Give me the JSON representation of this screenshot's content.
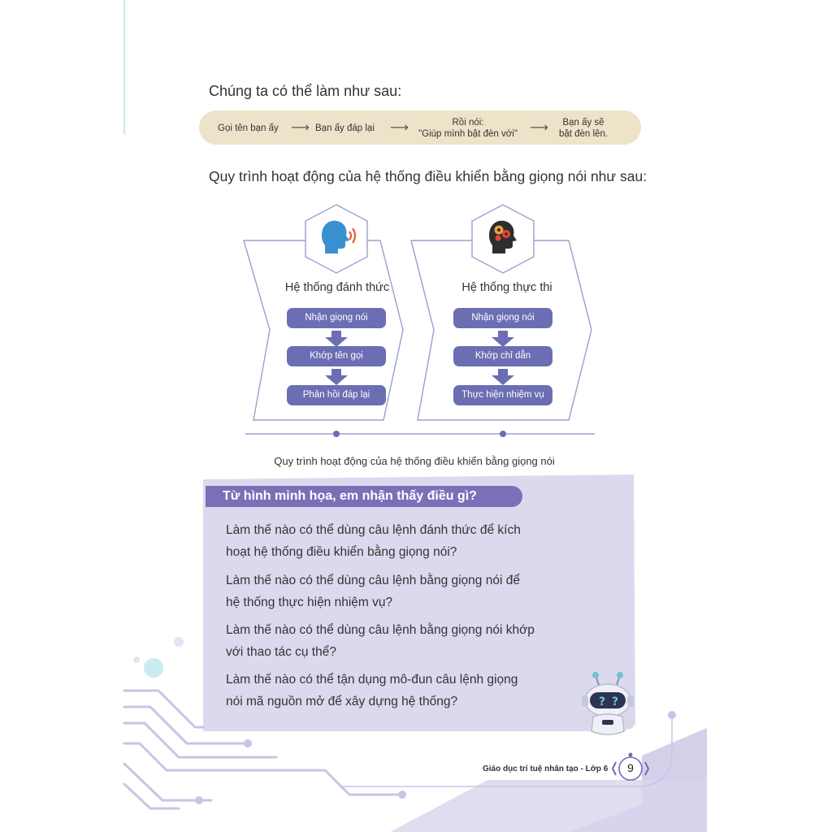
{
  "intro": {
    "heading": "Chúng ta có thể làm như sau:",
    "steps": [
      {
        "line1": "Gọi tên bạn ấy",
        "line2": ""
      },
      {
        "line1": "Bạn ấy đáp lại",
        "line2": ""
      },
      {
        "line1": "Rồi nói:",
        "line2": "\"Giúp mình bật đèn với\""
      },
      {
        "line1": "Bạn ấy sẽ",
        "line2": "bật đèn lên."
      }
    ],
    "arrow": "⟶"
  },
  "process": {
    "heading": "Quy trình hoạt động của hệ thống điều khiển bằng giọng nói như sau:",
    "wake_system": {
      "icon": "speaking-head-icon",
      "title": "Hệ thống đánh thức",
      "steps": [
        "Nhận giọng nói",
        "Khớp tên gọi",
        "Phản hồi đáp lại"
      ]
    },
    "exec_system": {
      "icon": "brain-gear-icon",
      "title": "Hệ thống thực thi",
      "steps": [
        "Nhận giọng nói",
        "Khớp chỉ dẫn",
        "Thực hiện nhiệm vụ"
      ]
    },
    "caption": "Quy trình hoạt động của hệ thống điều khiển bằng giọng nói"
  },
  "questions": {
    "title": "Từ hình minh họa, em nhận thấy điều gì?",
    "items": [
      {
        "line1": "Làm thế nào có thể dùng câu lệnh đánh thức để kích",
        "line2": "hoạt hệ thống điều khiển bằng giọng nói?"
      },
      {
        "line1": "Làm thế nào có thể dùng câu lệnh bằng giọng nói để",
        "line2": "hệ thống thực hiện nhiệm vụ?"
      },
      {
        "line1": "Làm thế nào có thể dùng câu lệnh bằng giọng nói khớp",
        "line2": "với thao tác cụ thể?"
      },
      {
        "line1": "Làm thế nào có thể tận dụng mô-đun câu lệnh giọng",
        "line2": "nói mã nguồn mở để xây dựng hệ thống?"
      }
    ]
  },
  "footer": {
    "book_title": "Giáo dục trí tuệ nhân tạo - Lớp 6",
    "page_number": "9"
  },
  "colors": {
    "steps_bar": "#ede3c9",
    "pill": "#6c6eb4",
    "question_panel": "#dcd9ee",
    "title_bar": "#7b6fb8",
    "deco_purple": "#cfcbe8"
  }
}
